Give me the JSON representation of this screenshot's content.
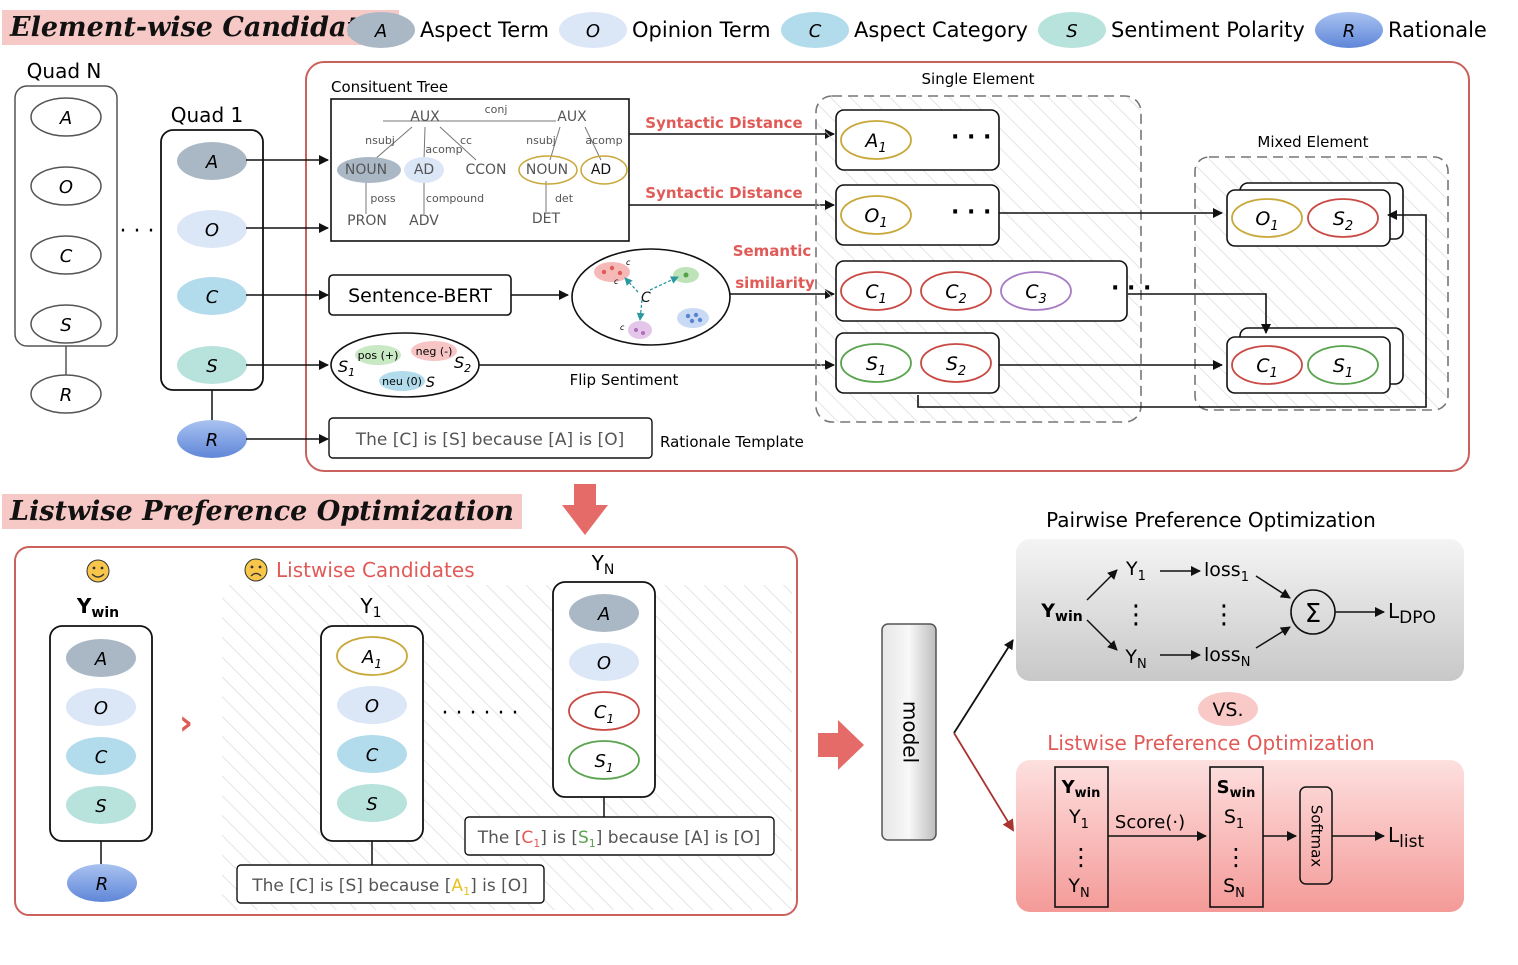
{
  "section1_title": "Element-wise Candidates",
  "section2_title": "Listwise Preference Optimization",
  "legend": [
    {
      "key": "A",
      "label": "Aspect Term",
      "color": "#aab8c6"
    },
    {
      "key": "O",
      "label": "Opinion Term",
      "color": "#dbe6f7"
    },
    {
      "key": "C",
      "label": "Aspect Category",
      "color": "#b2dcec"
    },
    {
      "key": "S",
      "label": "Sentiment Polarity",
      "color": "#b8e2dc"
    },
    {
      "key": "R",
      "label": "Rationale",
      "color": "#7f9fe0"
    }
  ],
  "quadN": {
    "title": "Quad N",
    "items": [
      "A",
      "O",
      "C",
      "S"
    ],
    "r": "R"
  },
  "quad1": {
    "title": "Quad 1",
    "items": [
      "A",
      "O",
      "C",
      "S"
    ],
    "r": "R"
  },
  "tree": {
    "title": "Consituent Tree",
    "nodes": [
      "AUX",
      "AUX",
      "NOUN",
      "AD",
      "CCON",
      "NOUN",
      "AD",
      "PRON",
      "ADV",
      "DET"
    ],
    "edges": [
      "conj",
      "nsubj",
      "acomp",
      "cc",
      "nsubj",
      "acomp",
      "poss",
      "compound",
      "det"
    ]
  },
  "labels": {
    "syntactic1": "Syntactic Distance",
    "syntactic2": "Syntactic Distance",
    "semantic1": "Semantic",
    "semantic2": "similarity",
    "sbert": "Sentence-BERT",
    "flip": "Flip Sentiment",
    "rationale_template_label": "Rationale Template",
    "rationale_template": "The [C] is [S] because [A] is [O]",
    "single_element": "Single Element",
    "mixed_element": "Mixed Element",
    "dots": "· · ·"
  },
  "sentiment": {
    "pos": "pos (+)",
    "neg": "neg (-)",
    "neu": "neu (0)",
    "s1": "S",
    "s2": "S",
    "s": "S"
  },
  "single": {
    "a": [
      "A"
    ],
    "o": [
      "O"
    ],
    "c": [
      "C",
      "C",
      "C"
    ],
    "s": [
      "S",
      "S"
    ]
  },
  "listwise": {
    "candidates_title": "Listwise Candidates",
    "ywin": "Ywin",
    "y1": "Y",
    "yN": "Y",
    "ywin_items": [
      "A",
      "O",
      "C",
      "S"
    ],
    "ywin_r": "R",
    "y1_items": [
      "A",
      "O",
      "C",
      "S"
    ],
    "yN_items": [
      "A",
      "O",
      "C",
      "S"
    ],
    "y1_rationale": [
      "The [C] is [S] because [",
      "A",
      "] is [O]"
    ],
    "yN_rationale": [
      "The [",
      "C",
      "] is [",
      "S",
      "] because [A] is [O]"
    ]
  },
  "model_label": "model",
  "pairwise": {
    "title": "Pairwise Preference Optimization",
    "ywin": "Ywin",
    "y1": "Y",
    "yN": "Y",
    "loss1": "loss",
    "lossN": "loss",
    "sum": "Σ",
    "out": "L"
  },
  "vs": "VS.",
  "listwise_opt": {
    "title": "Listwise Preference Optimization",
    "ywin": "Ywin",
    "y1": "Y",
    "yN": "Y",
    "score": "Score(·)",
    "swin": "Swin",
    "s1": "S",
    "sN": "S",
    "softmax": "Softmax",
    "out": "L"
  }
}
